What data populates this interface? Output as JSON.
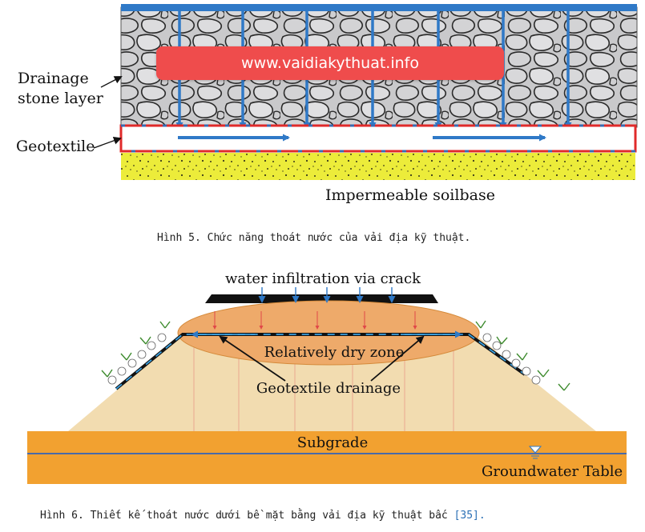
{
  "figure5": {
    "labels": {
      "drainage_line1": "Drainage",
      "drainage_line2": "stone layer",
      "geotextile": "Geotextile",
      "soilbase": "Impermeable soilbase"
    },
    "watermark": "www.vaidiakythuat.info",
    "caption": "Hình 5. Chức năng thoát nước của vải địa kỹ thuật."
  },
  "figure6": {
    "labels": {
      "infiltration": "water infiltration via crack",
      "dry_zone": "Relatively dry zone",
      "geotextile_drainage": "Geotextile drainage",
      "subgrade": "Subgrade",
      "groundwater": "Groundwater Table"
    },
    "caption_text": "Hình 6. Thiết kế thoát nước dưới bề mặt bằng vải địa kỹ thuật bấc ",
    "caption_ref": "[35]."
  },
  "colors": {
    "water_blue": "#2f79c7",
    "geotextile_red": "#e02a2a",
    "sand_yellow": "#ecec3a",
    "embankment": "#f2dcb0",
    "dry_zone": "#eeaa6a",
    "subgrade": "#f2a130"
  }
}
